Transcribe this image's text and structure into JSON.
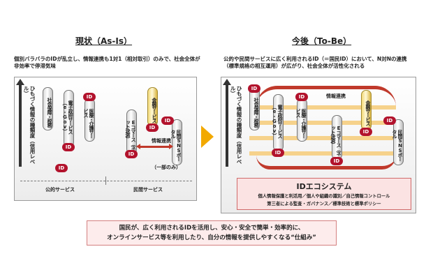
{
  "left": {
    "title": "現状（As-Is）",
    "description": "個別バラバラのIDが乱立し、情報連携も1対1（相対取引）のみで、社会全体が非効率で停滞気味",
    "axis_label": "ひもづく情報の種類度（信用レベル）",
    "bars": [
      {
        "label": "社会保障・税務",
        "id": "ID"
      },
      {
        "label": "電子政府サービス（e-Gov）",
        "id": "ID"
      },
      {
        "label": "医療・介護サービス",
        "id": "ID"
      },
      {
        "label": "Eコマース（ネット決済）",
        "id": "ID"
      },
      {
        "label": "金融サービス",
        "id": "ID"
      },
      {
        "label": "民間SNSポータル",
        "id": "ID"
      }
    ],
    "link_label": "情報連携",
    "link_note": "（一部のみ）",
    "public_label": "公的サービス",
    "private_label": "民間サービス"
  },
  "right": {
    "title": "今後（To-Be）",
    "description": "公的や民間サービスに広く利用されるID（＝国民ID）において、N対Nの連携（標準規格の相互運用）が広がり、社会全体が活性化される",
    "axis_label": "ひもづく情報の種類度（信用レベル）",
    "bars": [
      {
        "label": "社会保障・税務",
        "id": "ID"
      },
      {
        "label": "電子政府サービス（e-Gov）",
        "id": "ID"
      },
      {
        "label": "医療・介護サービス",
        "id": "ID"
      },
      {
        "label": "Eコマース（ネット決済）",
        "id": "ID"
      },
      {
        "label": "金融サービス",
        "id": "ID"
      },
      {
        "label": "民間SNSポータル",
        "id": "ID"
      }
    ],
    "link_label": "情報連携",
    "eco_title": "IDエコシステム",
    "eco_line1": "個人情報保護と利活用／個人や組織の識別／自己情報コントロール",
    "eco_line2": "第三者による監査・ガバナンス／標準技術と標準ポリシー"
  },
  "footer": {
    "line1": "国民が、広く利用されるIDを活用し、安心・安全で簡単・効率的に、",
    "line2": "オンラインサービス等を利用したり、自分の情報を提供しやすくなる“仕組み”"
  },
  "colors": {
    "id_red": "#b2122c",
    "arrow_orange": "#f2a900",
    "link_red": "#c0392b"
  }
}
